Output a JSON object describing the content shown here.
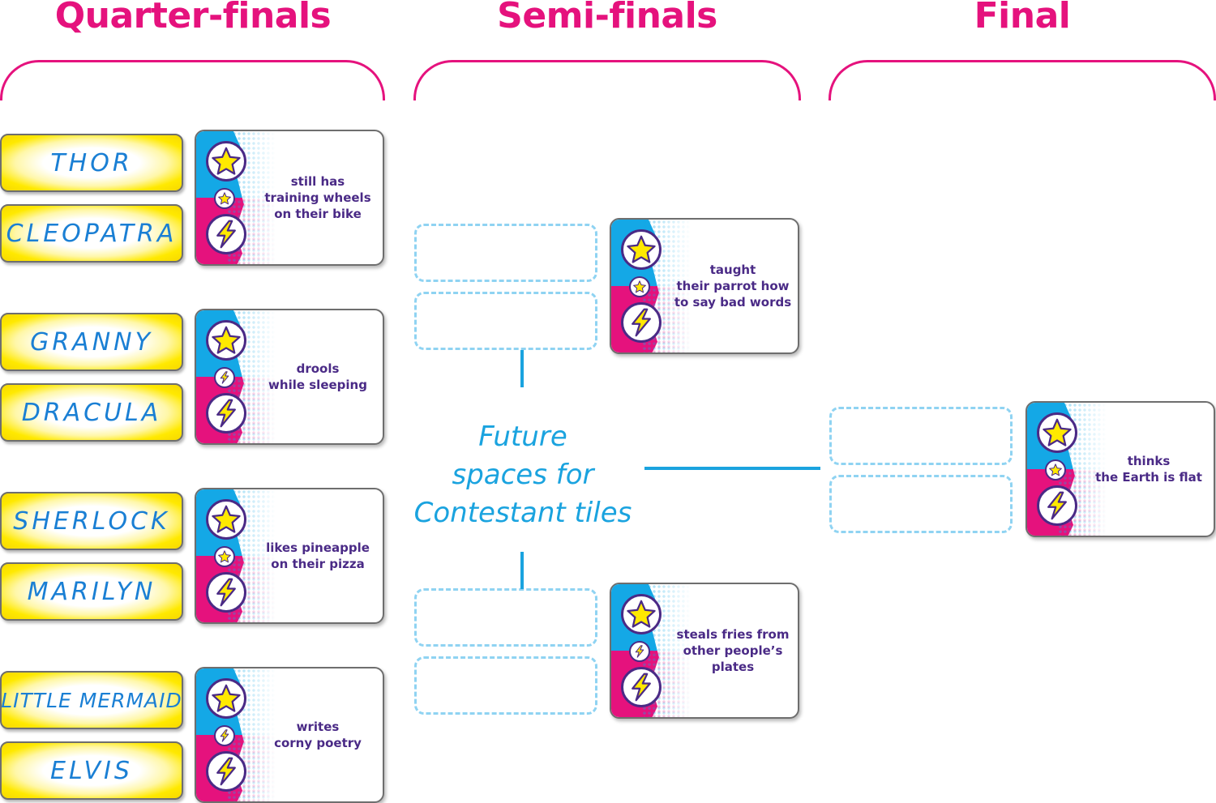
{
  "headings": {
    "quarterfinals": "Quarter-finals",
    "semifinals": "Semi-finals",
    "final": "Final"
  },
  "contestants": [
    {
      "name": "THOR"
    },
    {
      "name": "CLEOPATRA"
    },
    {
      "name": "GRANNY"
    },
    {
      "name": "DRACULA"
    },
    {
      "name": "SHERLOCK"
    },
    {
      "name": "MARILYN"
    },
    {
      "name": "LITTLE MERMAID"
    },
    {
      "name": "ELVIS"
    }
  ],
  "quarterfinal_traits": [
    {
      "text": "still has\ntraining wheels\non their bike",
      "small_badge": "star-icon"
    },
    {
      "text": "drools\nwhile sleeping",
      "small_badge": "lightning-icon"
    },
    {
      "text": "likes pineapple\non their pizza",
      "small_badge": "star-icon"
    },
    {
      "text": "writes\ncorny poetry",
      "small_badge": "lightning-icon"
    }
  ],
  "semifinal_traits": [
    {
      "text": "taught\ntheir parrot how\nto say bad words",
      "small_badge": "star-icon"
    },
    {
      "text": "steals fries from\nother people’s\nplates",
      "small_badge": "lightning-icon"
    }
  ],
  "final_trait": {
    "text": "thinks\nthe Earth is flat",
    "small_badge": "star-icon"
  },
  "future_label": "Future\nspaces for\nContestant tiles",
  "colors": {
    "heading": "#e5127d",
    "contestant_text": "#1a7fd4",
    "tile_yellow": "#ffe900",
    "trait_text": "#4a2a86",
    "stripe_blue": "#14a8e6",
    "stripe_pink": "#e5127d",
    "slot_dash": "#8fd3f2",
    "connector": "#1aa3df"
  }
}
